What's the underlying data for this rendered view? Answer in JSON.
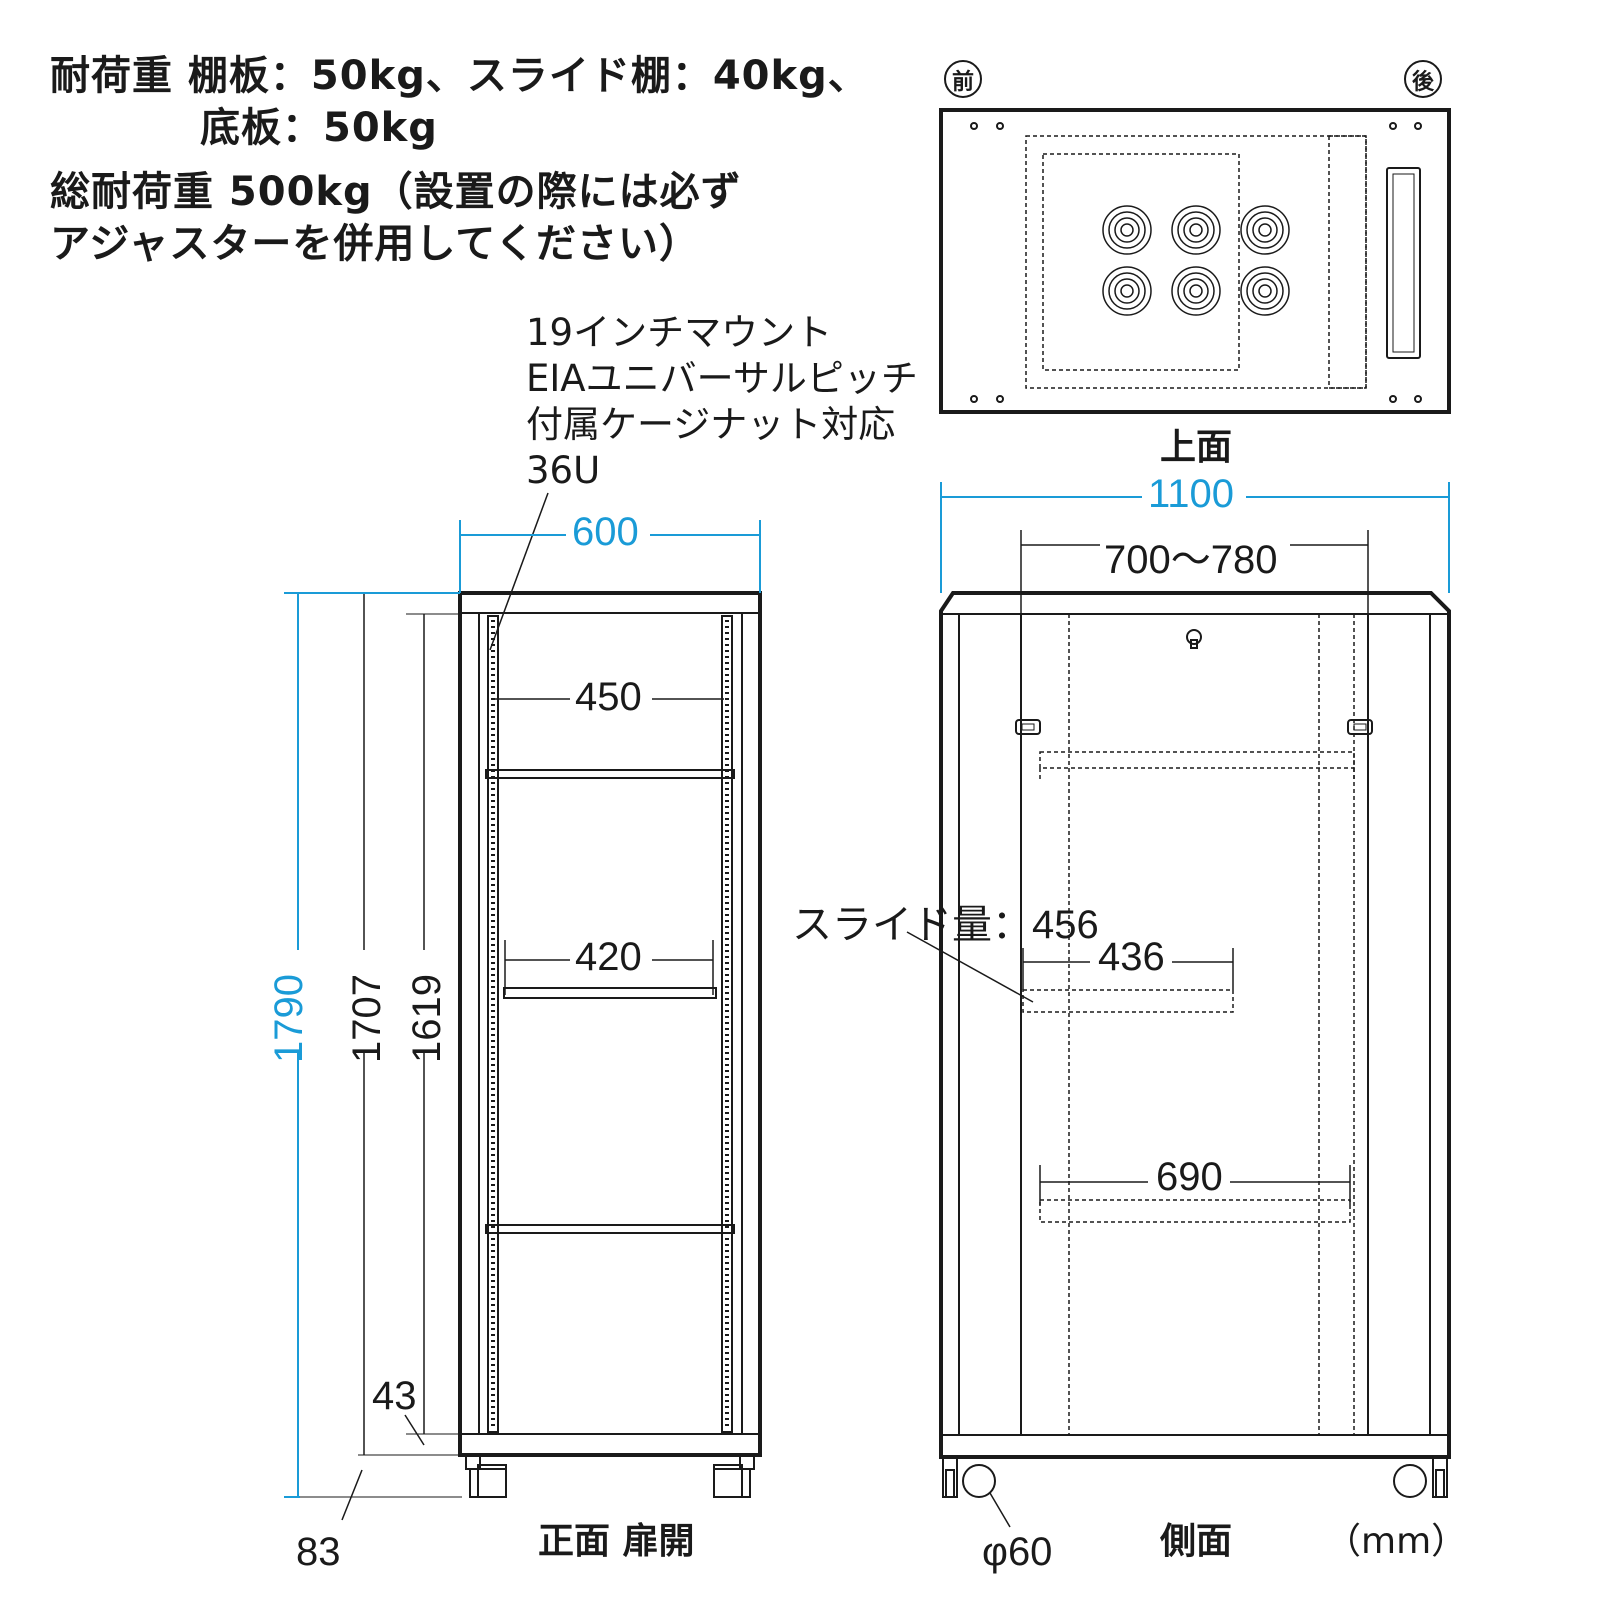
{
  "specs": {
    "line1": "耐荷重 棚板：50kg、スライド棚：40kg、",
    "line2": "底板：50kg",
    "line3": "総耐荷重 500kg（設置の際には必ず",
    "line4": "アジャスターを併用してください）"
  },
  "mount_note": {
    "line1": "19インチマウント",
    "line2": "EIAユニバーサルピッチ",
    "line3": "付属ケージナット対応",
    "line4": "36U"
  },
  "top_view": {
    "front_marker": "前",
    "rear_marker": "後",
    "caption": "上面"
  },
  "front_view": {
    "caption": "正面 扉開",
    "dims": {
      "width": "600",
      "inner_450": "450",
      "inner_420": "420",
      "height_total": "1790",
      "height_1707": "1707",
      "height_1619": "1619",
      "base_43": "43",
      "base_83": "83"
    }
  },
  "side_view": {
    "caption": "側面",
    "slide_label": "スライド量：456",
    "dims": {
      "depth_total": "1100",
      "mount_range": "700〜780",
      "shelf_436": "436",
      "shelf_690": "690",
      "caster": "φ60"
    }
  },
  "unit": "（mm）",
  "colors": {
    "primary_dim": "#1a9bd7",
    "line": "#1a1a1a"
  }
}
